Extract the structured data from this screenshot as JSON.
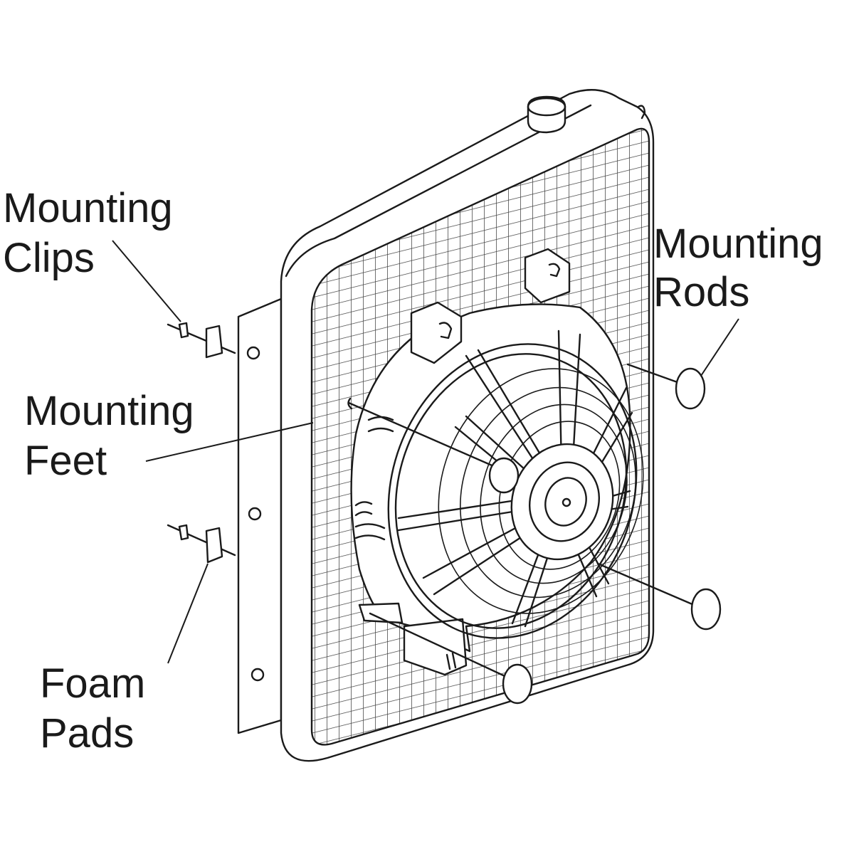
{
  "labels": {
    "clips": {
      "line1": "Mounting",
      "line2": "Clips"
    },
    "rods": {
      "line1": "Mounting",
      "line2": "Rods"
    },
    "feet": {
      "line1": "Mounting",
      "line2": "Feet"
    },
    "pads": {
      "line1": "Foam",
      "line2": "Pads"
    }
  }
}
